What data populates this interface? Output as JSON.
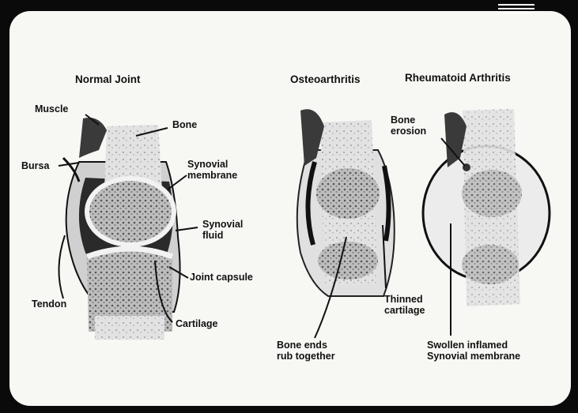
{
  "panels": [
    {
      "title": "Normal Joint"
    },
    {
      "title": "Osteoarthritis"
    },
    {
      "title": "Rheumatoid Arthritis"
    }
  ],
  "labels": {
    "muscle": "Muscle",
    "bone": "Bone",
    "bursa": "Bursa",
    "synovial_membrane": "Synovial\nmembrane",
    "synovial_fluid": "Synovial\nfluid",
    "joint_capsule": "Joint capsule",
    "tendon": "Tendon",
    "cartilage": "Cartilage",
    "bone_ends": "Bone ends\nrub together",
    "thinned_cartilage": "Thinned\ncartilage",
    "bone_erosion": "Bone\nerosion",
    "swollen_membrane": "Swollen inflamed\nSynovial membrane"
  }
}
